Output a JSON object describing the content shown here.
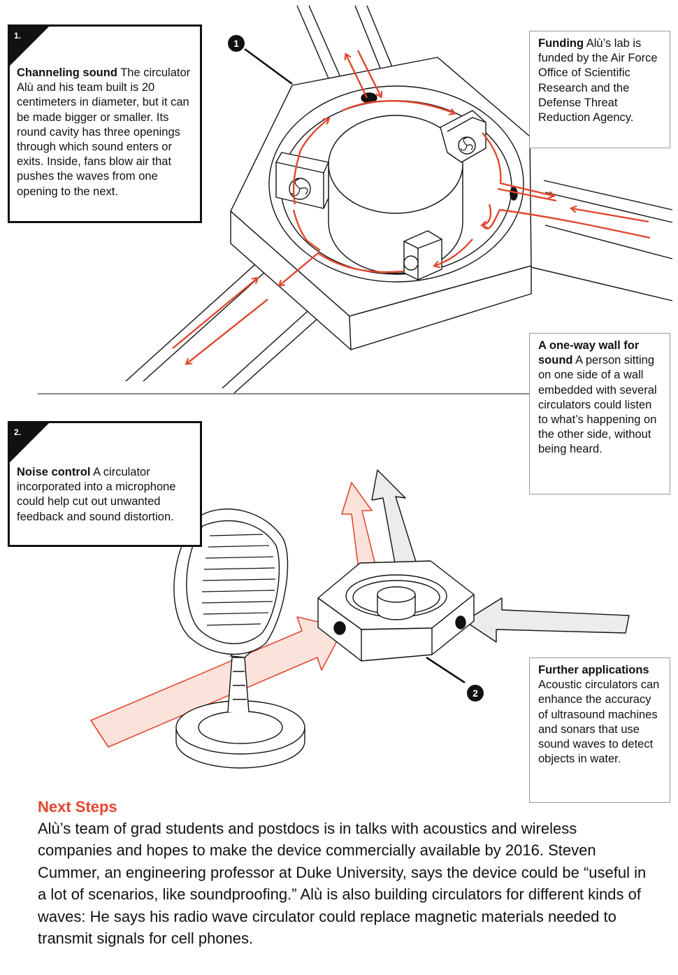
{
  "colors": {
    "accent": "#e2472f",
    "arrow_fill_light": "#fbe3dc",
    "gray_arrow": "#ececec",
    "ink": "#111111"
  },
  "markers": {
    "one": "1",
    "two": "2"
  },
  "callouts": {
    "channeling": {
      "number": "1.",
      "title": "Channeling sound",
      "body": " The circulator Alù and his team built is 20 centimeters in diameter, but it can be made bigger or smaller. Its round cavity has three openings through which sound enters or exits. Inside, fans blow air that pushes the waves from one opening to the next."
    },
    "funding": {
      "title": "Funding",
      "body": " Alù’s lab is funded by the Air Force Office of Scientific Research and the Defense Threat Reduction Agency."
    },
    "one_way_wall": {
      "title": "A one-way wall for sound",
      "body": " A person sitting on one side of a wall embedded with several circulators could listen to what’s happening on the other side, without being heard."
    },
    "noise_control": {
      "number": "2.",
      "title": "Noise control",
      "body": " A circulator incorporated into a microphone could help cut out unwanted feedback and sound distortion."
    },
    "further": {
      "title": "Further applications",
      "body": " Acoustic circulators can enhance the accuracy of ultrasound machines and sonars that use sound waves to detect objects in water."
    }
  },
  "next_steps": {
    "heading": "Next Steps",
    "body": "Alù’s team of grad students and postdocs is in talks with acoustics and wireless companies and hopes to make the device commercially available by 2016. Steven Cummer, an engineering professor at Duke University, says the device could be “useful in a lot of scenarios, like soundproofing.” Alù is also building circulators for different kinds of waves: He says his radio wave circulator could replace magnetic materials needed to transmit signals for cell phones."
  }
}
